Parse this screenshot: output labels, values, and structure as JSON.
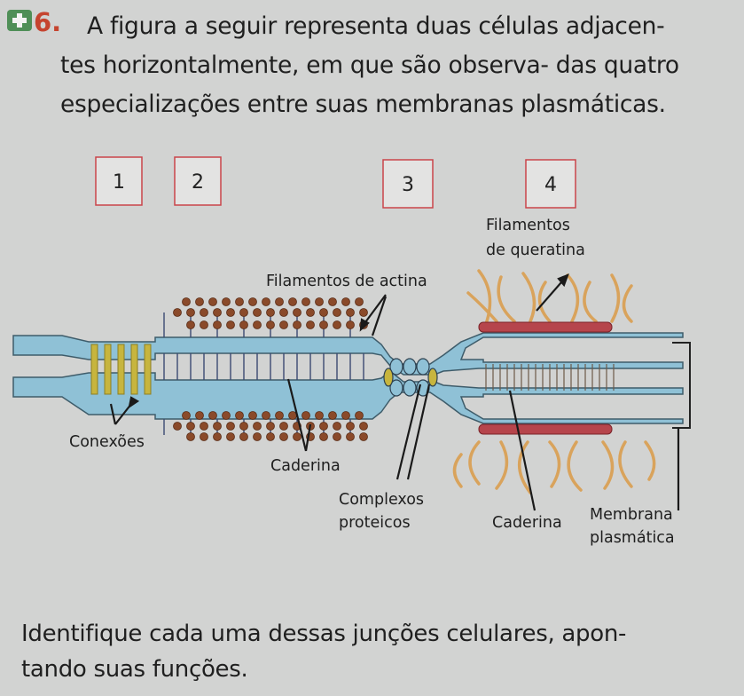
{
  "question": {
    "number": "6.",
    "icon": "plus-badge-icon",
    "icon_color": "#4f8f57",
    "number_color": "#c5442f",
    "lines": [
      "A figura a seguir representa duas células adjacen-",
      "tes horizontalmente, em que são observa- das quatro",
      "especializações entre suas membranas plasmáticas."
    ]
  },
  "figure": {
    "boxes": [
      "1",
      "2",
      "3",
      "4"
    ],
    "labels": {
      "queratina_1": "Filamentos",
      "queratina_2": "de queratina",
      "actina": "Filamentos de actina",
      "conexoes": "Conexões",
      "caderina_left": "Caderina",
      "complexos_1": "Complexos",
      "complexos_2": "proteicos",
      "caderina_right": "Caderina",
      "membrana_1": "Membrana",
      "membrana_2": "plasmática"
    },
    "colors": {
      "membrane": "#8fc1d6",
      "membrane_stroke": "#3e5c6a",
      "actin_bead": "#8a4a2a",
      "connexon": "#c7b53e",
      "keratin": "#d9a35c",
      "plaque": "#b6454c",
      "box_border": "#c9444b"
    }
  },
  "prompt_lines": [
    "Identifique cada uma dessas junções celulares, apon-",
    "tando suas funções."
  ]
}
